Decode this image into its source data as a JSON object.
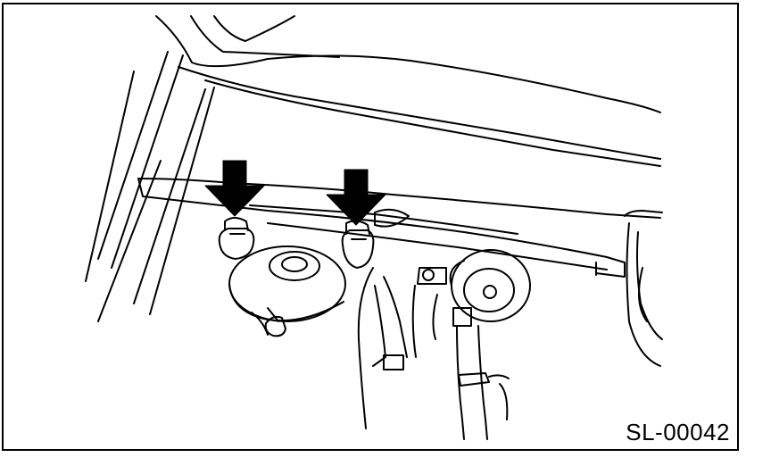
{
  "figure": {
    "code": "SL-00042",
    "line_color": "#000000",
    "background": "#ffffff",
    "arrows": [
      {
        "name": "left-bolt-arrow",
        "icon": "down-arrow-icon"
      },
      {
        "name": "right-bolt-arrow",
        "icon": "down-arrow-icon"
      }
    ]
  }
}
